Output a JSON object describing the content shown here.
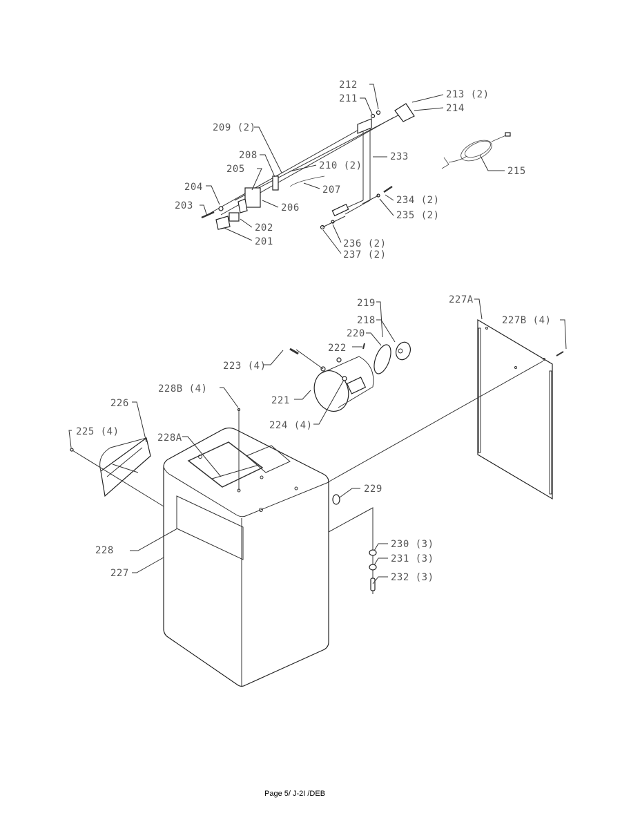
{
  "labels": {
    "p212": "212",
    "p211": "211",
    "p213": "213 (2)",
    "p214": "214",
    "p209": "209 (2)",
    "p208": "208",
    "p233": "233",
    "p210": "210 (2)",
    "p215": "215",
    "p205": "205",
    "p207": "207",
    "p204": "204",
    "p206": "206",
    "p234": "234 (2)",
    "p203": "203",
    "p235": "235 (2)",
    "p202": "202",
    "p201": "201",
    "p236": "236 (2)",
    "p237": "237 (2)",
    "p227A": "227A",
    "p219": "219",
    "p218": "218",
    "p227B": "227B (4)",
    "p220": "220",
    "p222": "222",
    "p223": "223 (4)",
    "p228B": "228B (4)",
    "p221": "221",
    "p226": "226",
    "p224": "224 (4)",
    "p225": "225 (4)",
    "p228A": "228A",
    "p229": "229",
    "p228": "228",
    "p230": "230 (3)",
    "p231": "231 (3)",
    "p227": "227",
    "p232": "232 (3)"
  },
  "footer": "Page 5/ J-2I /DEB"
}
